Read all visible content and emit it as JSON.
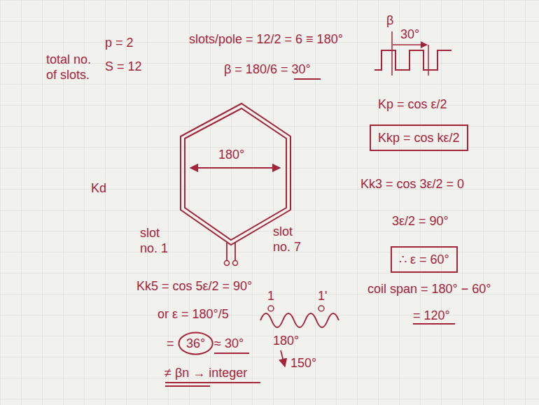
{
  "diagram": {
    "nodes": [
      {
        "text": [
          "180°"
        ]
      },
      {
        "text": [
          "Kkp = cos kε/2"
        ]
      },
      {
        "text": [
          "∴ ε = 60°"
        ]
      },
      {
        "text": [
          "36°"
        ]
      }
    ],
    "labels": [
      "p = 2",
      "S = 12",
      "total no. of slots.",
      "slots/pole = 12/2 = 6 ≡ 180°",
      "β = 180/6 = 30°",
      "β",
      "30°",
      "Kp = cos ε/2",
      "Kk3 = cos 3ε/2 = 0",
      "3ε/2 = 90°",
      "coil span = 180° − 60°",
      "= 120°",
      "Kd",
      "slot no. 1",
      "slot no. 7",
      "Kk5 = cos 5ε/2 = 90°",
      "or ε = 180°/5",
      "=",
      "≈ 30°",
      "180°",
      "150°",
      "1",
      "1'",
      "≠ βn → integer"
    ]
  }
}
